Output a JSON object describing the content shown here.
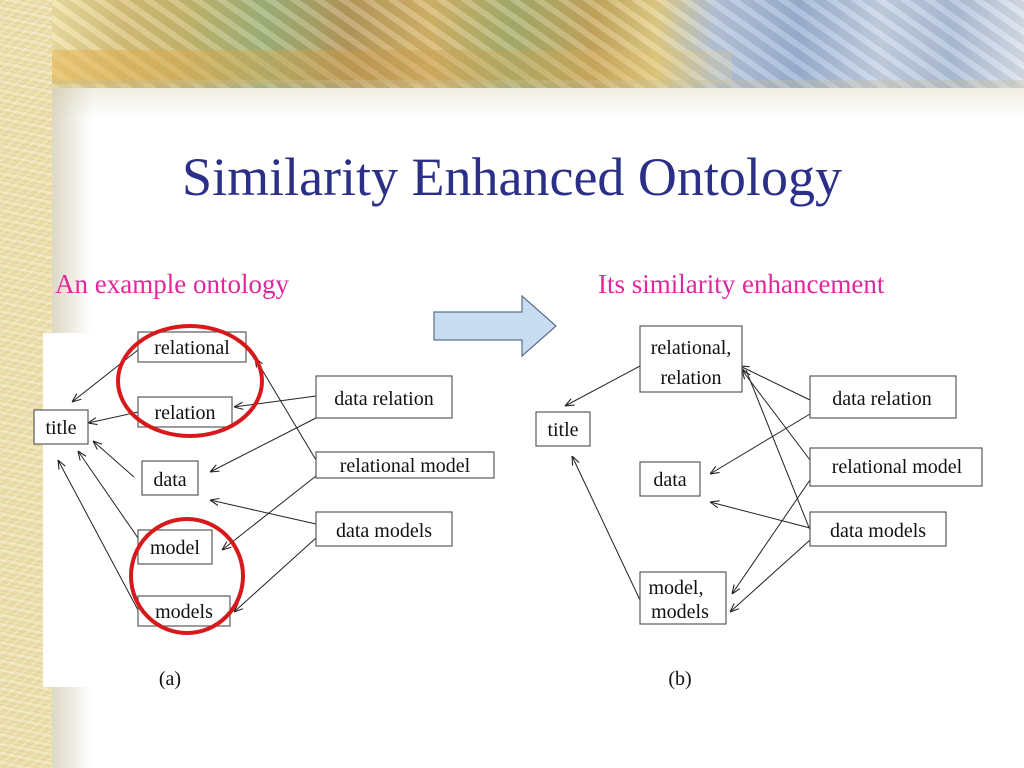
{
  "slide": {
    "title": "Similarity Enhanced Ontology",
    "left_heading": "An example ontology",
    "right_heading": "Its similarity enhancement",
    "colors": {
      "title": "#2b2f87",
      "heading": "#e0289b",
      "highlight_circle": "#d7191c",
      "arrow_fill": "#c9ddf2",
      "arrow_stroke": "#5b6f8c"
    }
  },
  "diagram_a": {
    "caption": "(a)",
    "nodes": {
      "title": "title",
      "relational": "relational",
      "relation": "relation",
      "data": "data",
      "model": "model",
      "models": "models",
      "data_relation": "data relation",
      "relational_model": "relational model",
      "data_models": "data models"
    }
  },
  "diagram_b": {
    "caption": "(b)",
    "nodes": {
      "title": "title",
      "relational_relation_line1": "relational,",
      "relational_relation_line2": "relation",
      "data": "data",
      "model_models_line1": "model,",
      "model_models_line2": "models",
      "data_relation": "data relation",
      "relational_model": "relational model",
      "data_models": "data models"
    }
  }
}
